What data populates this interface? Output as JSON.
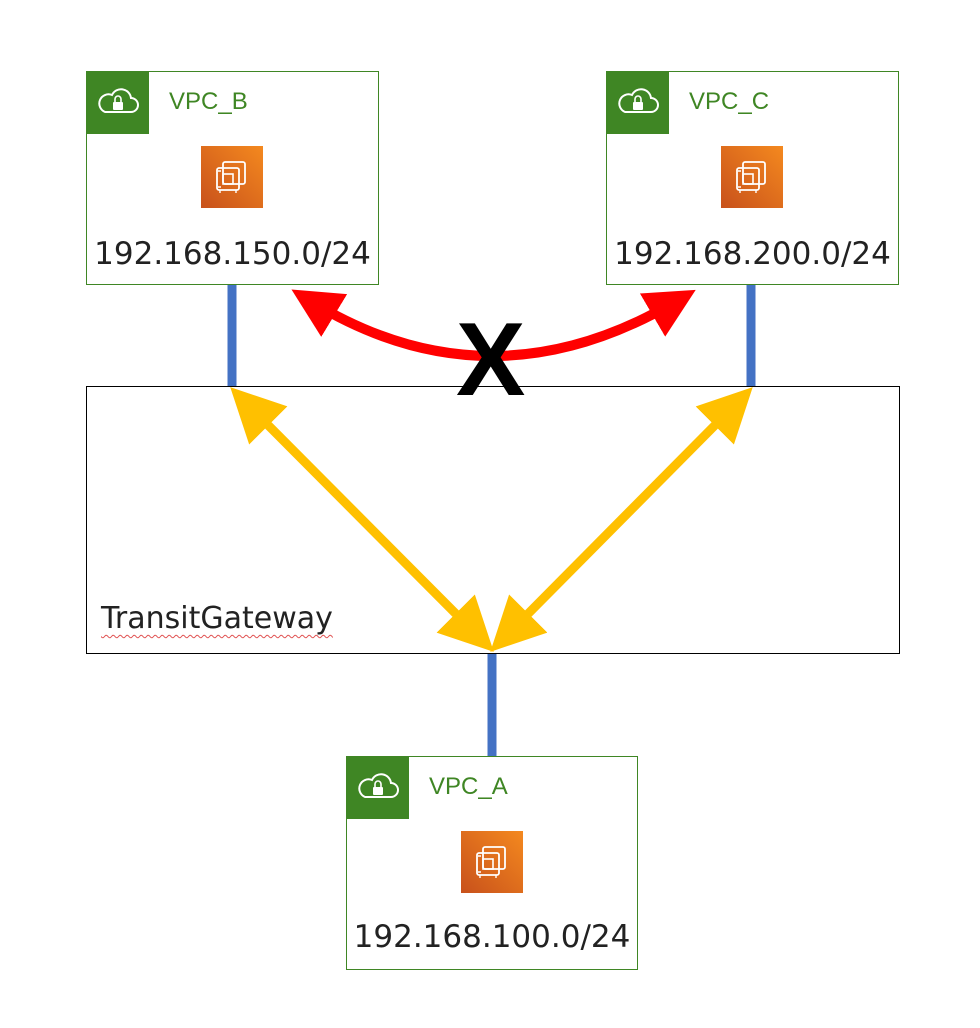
{
  "vpcs": {
    "b": {
      "name": "VPC_B",
      "cidr": "192.168.150.0/24"
    },
    "c": {
      "name": "VPC_C",
      "cidr": "192.168.200.0/24"
    },
    "a": {
      "name": "VPC_A",
      "cidr": "192.168.100.0/24"
    }
  },
  "transit_gateway": {
    "label": "TransitGateway"
  },
  "blocked_marker": "X",
  "colors": {
    "vpc_green": "#3f8624",
    "ec2_orange": "#ed7100",
    "attachment_blue": "#4472c4",
    "allowed_route": "#ffc000",
    "blocked_route": "#ff0000"
  },
  "icons": {
    "vpc": "cloud-lock-icon",
    "instance": "ec2-instance-icon"
  }
}
